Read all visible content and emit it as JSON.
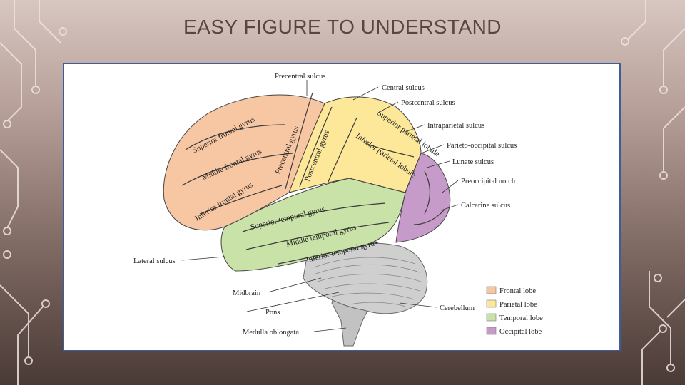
{
  "slide": {
    "title": "EASY FIGURE TO UNDERSTAND"
  },
  "figure": {
    "labels": {
      "precentral_sulcus": "Precentral sulcus",
      "central_sulcus": "Central sulcus",
      "postcentral_sulcus": "Postcentral sulcus",
      "intraparietal_sulcus": "Intraparietal sulcus",
      "parieto_occipital_sulcus": "Parieto-occipital sulcus",
      "lunate_sulcus": "Lunate sulcus",
      "preoccipital_notch": "Preoccipital notch",
      "calcarine_sulcus": "Calcarine sulcus",
      "lateral_sulcus": "Lateral sulcus",
      "midbrain": "Midbrain",
      "pons": "Pons",
      "medulla_oblongata": "Medulla oblongata",
      "cerebellum": "Cerebellum"
    },
    "gyri": {
      "superior_frontal": "Superior frontal gyrus",
      "middle_frontal": "Middle frontal gyrus",
      "inferior_frontal": "Inferior frontal gyrus",
      "precentral": "Precentral gyrus",
      "postcentral": "Postcentral gyrus",
      "superior_parietal": "Superior parietal lobule",
      "inferior_parietal": "Inferior parietal lobule",
      "superior_temporal": "Superior temporal gyrus",
      "middle_temporal": "Middle temporal gyrus",
      "inferior_temporal": "Inferior temporal gyrus"
    },
    "legend": [
      {
        "label": "Frontal lobe",
        "color": "#f7c6a3"
      },
      {
        "label": "Parietal lobe",
        "color": "#fde89a"
      },
      {
        "label": "Temporal lobe",
        "color": "#c9e2a7"
      },
      {
        "label": "Occipital lobe",
        "color": "#c79bc9"
      }
    ],
    "colors": {
      "frontal": "#f7c6a3",
      "parietal": "#fde89a",
      "temporal": "#c9e2a7",
      "occipital": "#c79bc9",
      "brainstem": "#c7c7c7",
      "frame_border": "#3b5d9e"
    }
  }
}
